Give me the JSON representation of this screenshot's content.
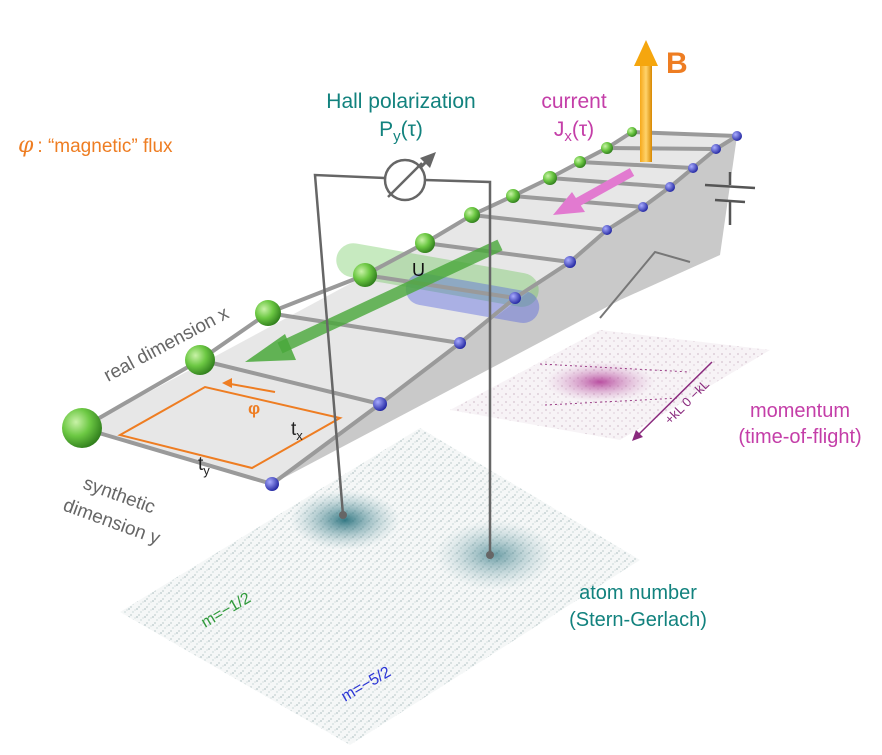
{
  "flux_label": {
    "symbol": "φ",
    "text": ": “magnetic” flux"
  },
  "hall": {
    "title": "Hall polarization",
    "symbol": "P",
    "sub": "y",
    "arg": "(τ)"
  },
  "current": {
    "title": "current",
    "symbol": "J",
    "sub": "x",
    "arg": "(τ)"
  },
  "field": {
    "label": "B"
  },
  "interaction": {
    "label": "U"
  },
  "axes": {
    "real": "real dimension x",
    "synthetic_line1": "synthetic",
    "synthetic_line2": "dimension y"
  },
  "plaquette": {
    "phi": "φ",
    "ty": "t",
    "ty_sub": "y",
    "tx": "t",
    "tx_sub": "x"
  },
  "stern_gerlach": {
    "line1": "atom number",
    "line2": "(Stern-Gerlach)",
    "m1": "m=−1/2",
    "m2": "m=−5/2"
  },
  "tof": {
    "line1": "momentum",
    "line2": "(time-of-flight)",
    "axis": "+kL  0  −kL"
  },
  "colors": {
    "orange": "#ee7d22",
    "teal": "#12827e",
    "magenta": "#c43ea8",
    "green": "#5cbf3a",
    "blue": "#3a3fd0",
    "gray": "#666666"
  }
}
